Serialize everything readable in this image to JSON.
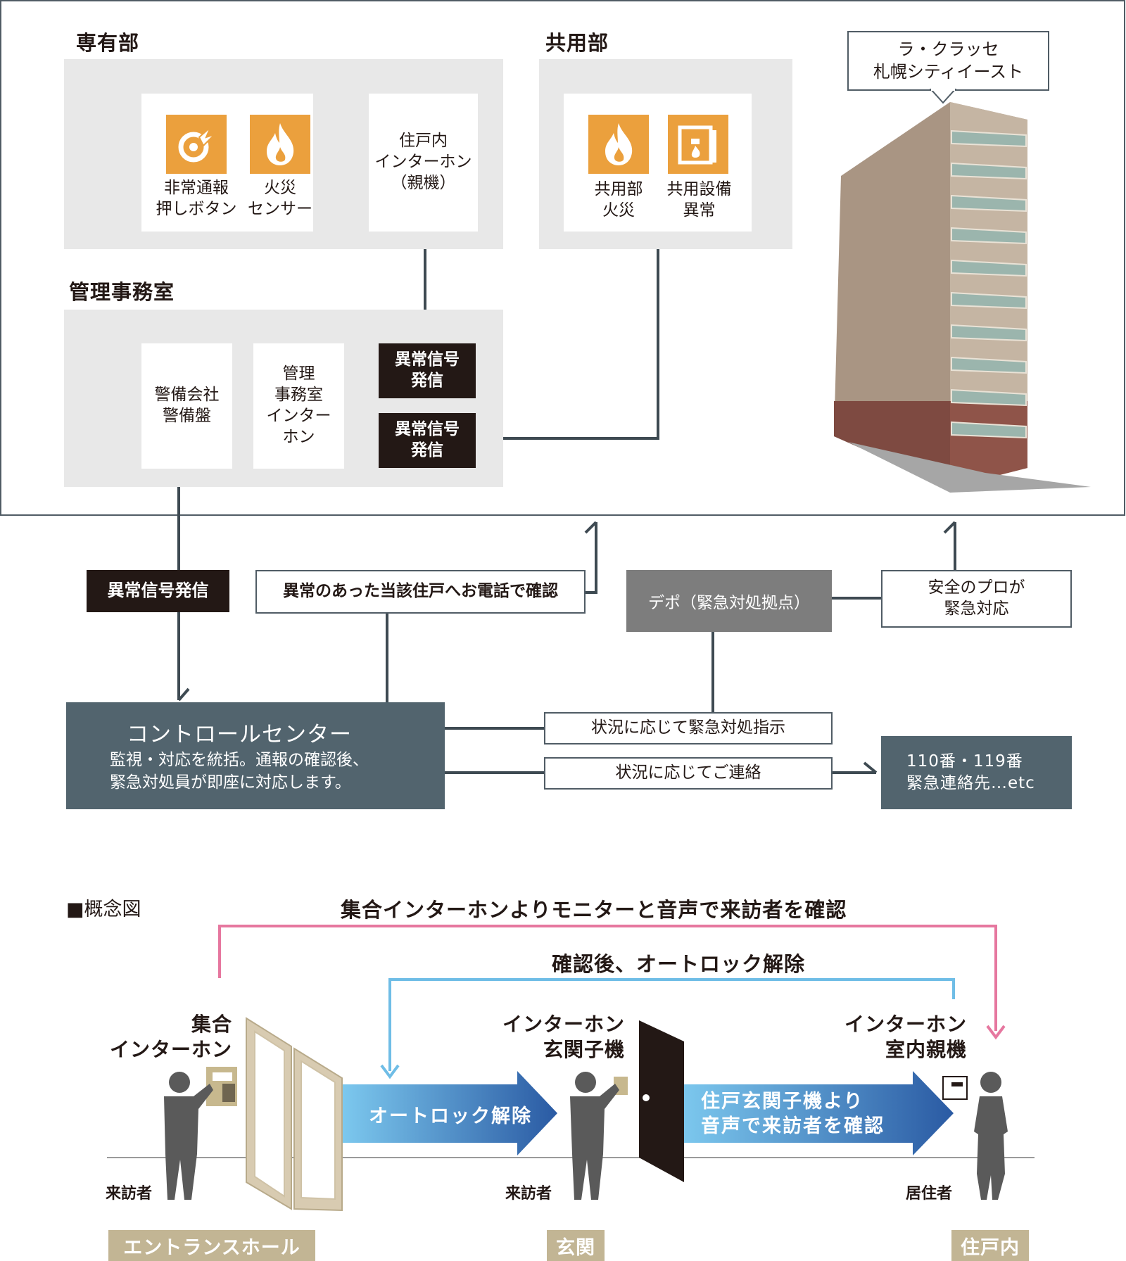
{
  "colors": {
    "icon_orange": "#eba03d",
    "panel_gray": "#e8e8e8",
    "line_dark": "#3e4a52",
    "slate": "#52646e",
    "depot_gray": "#7d7d7d",
    "black": "#231815",
    "pink": "#e6779f",
    "light_blue": "#6fbde6",
    "arrow_light": "#7cc8ee",
    "arrow_dark": "#2a5aa3",
    "zone_tan": "#c2b594"
  },
  "security": {
    "private_area": {
      "title": "専有部",
      "emergency_button": {
        "icon": "emergency-call-icon",
        "label": "非常通報\n押しボタン"
      },
      "fire_sensor": {
        "icon": "flame-icon",
        "label": "火災\nセンサー"
      },
      "intercom_master": "住戸内\nインターホン\n（親機）"
    },
    "common_area": {
      "title": "共用部",
      "common_fire": {
        "icon": "flame-icon",
        "label": "共用部\n火災"
      },
      "equipment_fault": {
        "icon": "equipment-alarm-icon",
        "label": "共用設備\n異常"
      }
    },
    "management_office": {
      "title": "管理事務室",
      "security_panel": "警備会社\n警備盤",
      "office_intercom": "管理\n事務室\nインター\nホン",
      "signal_tag_1": "異常信号\n発信",
      "signal_tag_2": "異常信号\n発信"
    },
    "building_callout": "ラ・クラッセ\n札幌シティイースト",
    "flow": {
      "signal_send": "異常信号発信",
      "phone_confirm": "異常のあった当該住戸へお電話で確認",
      "depot": "デポ（緊急対処拠点）",
      "pro_response": "安全のプロが\n緊急対応",
      "control_center_title": "コントロールセンター",
      "control_center_desc": "監視・対応を統括。通報の確認後、\n緊急対処員が即座に対応します。",
      "instruct": "状況に応じて緊急対処指示",
      "contact": "状況に応じてご連絡",
      "emergency_numbers": "110番・119番\n緊急連絡先…etc"
    }
  },
  "concept": {
    "heading": "■概念図",
    "top_label": "集合インターホンよりモニターと音声で来訪者を確認",
    "second_label": "確認後、オートロック解除",
    "collective_intercom": "集合\nインターホン",
    "entrance_subunit": "インターホン\n玄関子機",
    "indoor_master": "インターホン\n室内親機",
    "arrow1": "オートロック解除",
    "arrow2": "住戸玄関子機より\n音声で来訪者を確認",
    "visitor1": "来訪者",
    "visitor2": "来訪者",
    "resident": "居住者",
    "zones": [
      "エントランスホール",
      "玄関",
      "住戸内"
    ]
  }
}
